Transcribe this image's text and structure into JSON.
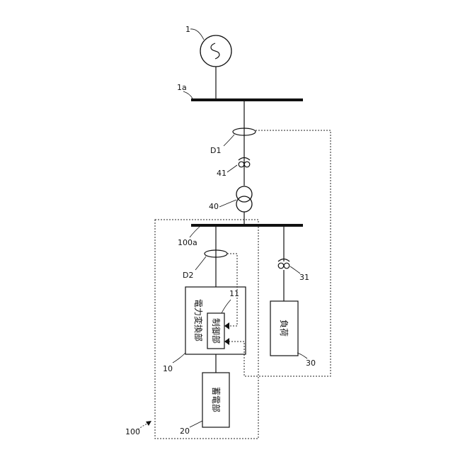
{
  "labels": {
    "generator": "1",
    "bus_1a": "1a",
    "sensor_d1": "D1",
    "breaker_41": "41",
    "transformer_40": "40",
    "bus_100a": "100a",
    "sensor_d2": "D2",
    "breaker_31": "31",
    "converter_ref": "10",
    "controller_ref": "11",
    "load_ref": "30",
    "storage_ref": "20",
    "system_ref": "100"
  },
  "blocks": {
    "converter": "電力変換部",
    "controller": "制御部",
    "load": "負荷",
    "storage": "蓄電部"
  }
}
